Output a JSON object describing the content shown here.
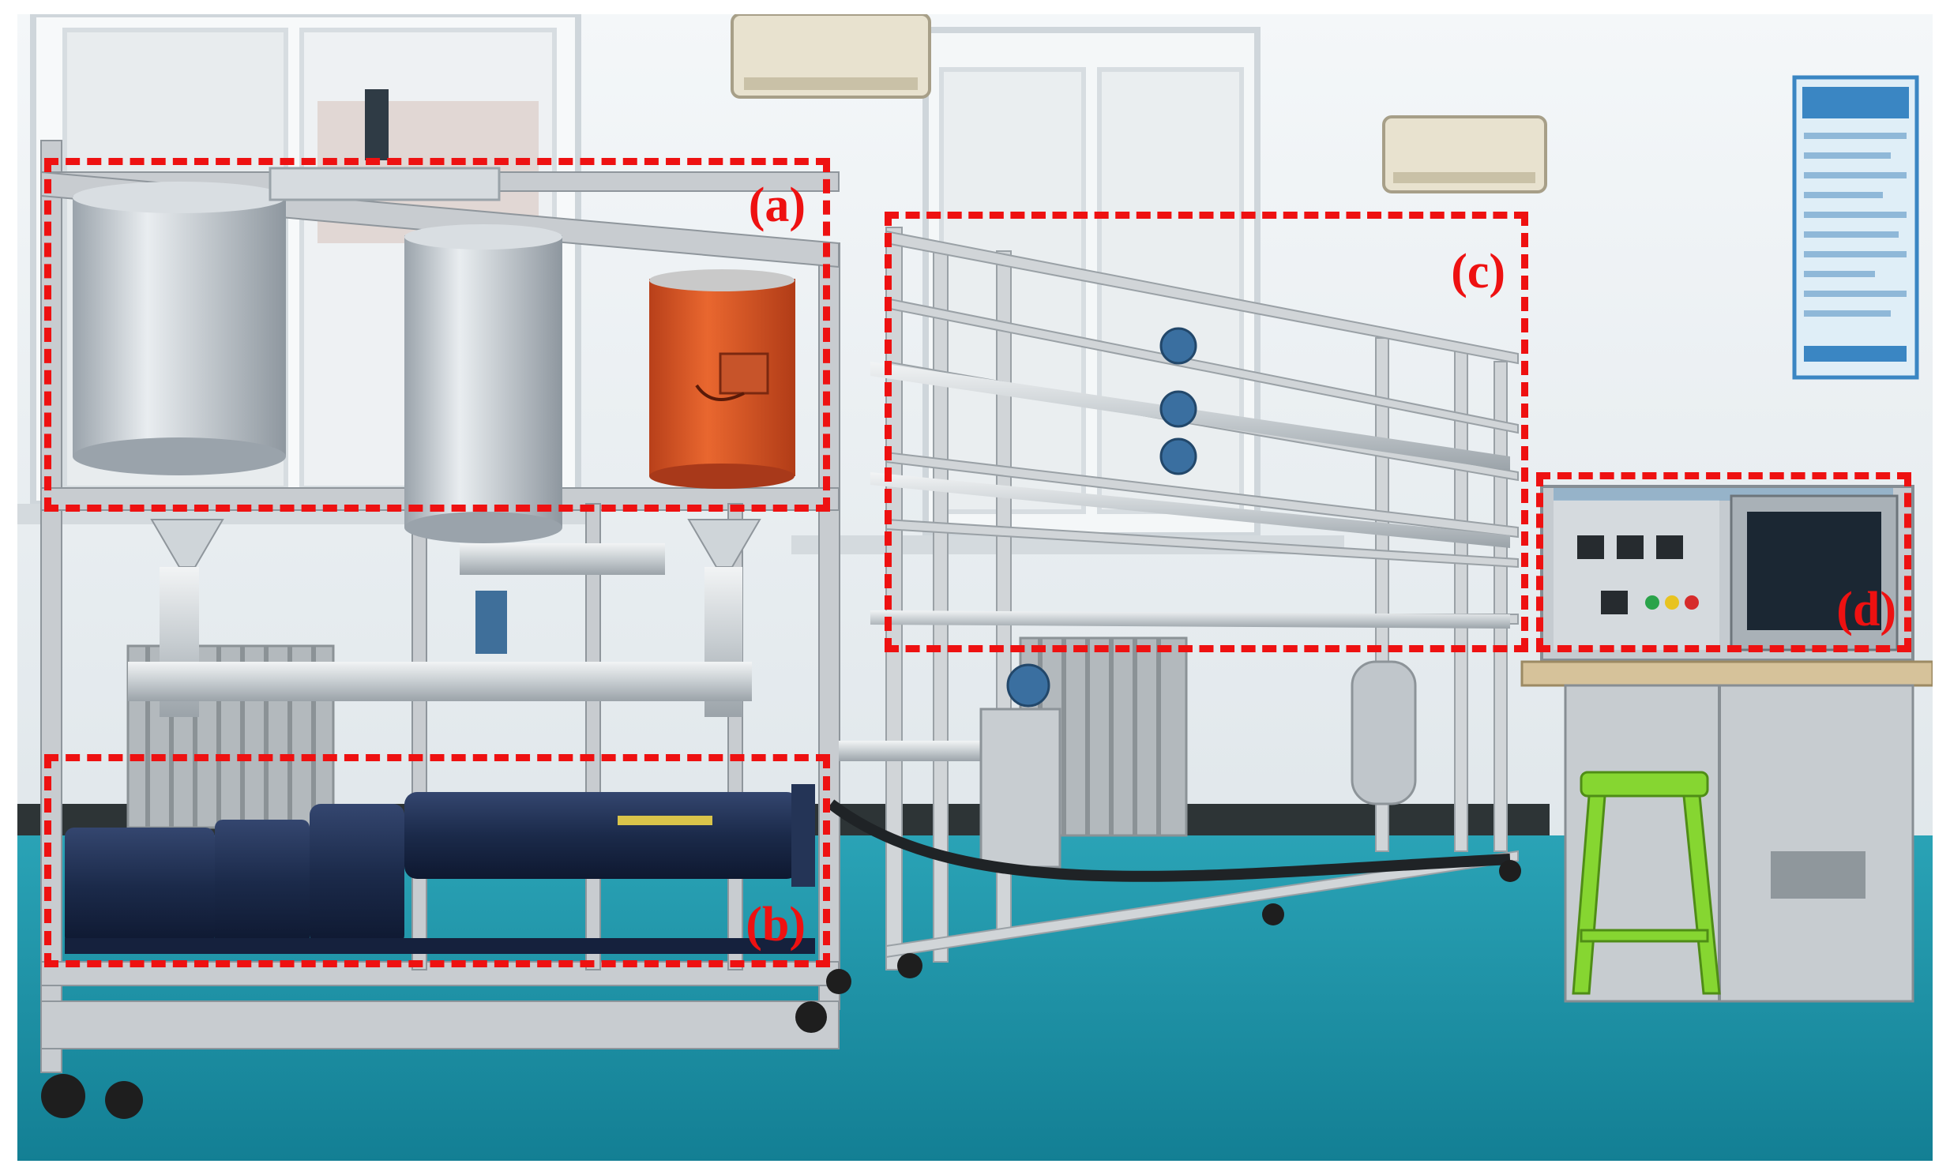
{
  "labels": {
    "a": "(a)",
    "b": "(b)",
    "c": "(c)",
    "d": "(d)"
  },
  "colors": {
    "wall": "#e9eef1",
    "floor": "#1f93a8",
    "frame": "#c8ccd0",
    "annotation": "#ee1111",
    "tank_heater": "#d9501f",
    "pump": "#1b2a4a",
    "stool": "#86d631"
  },
  "icons": {
    "air_conditioner": "air-conditioner-icon",
    "control_screen": "monitor-icon"
  }
}
